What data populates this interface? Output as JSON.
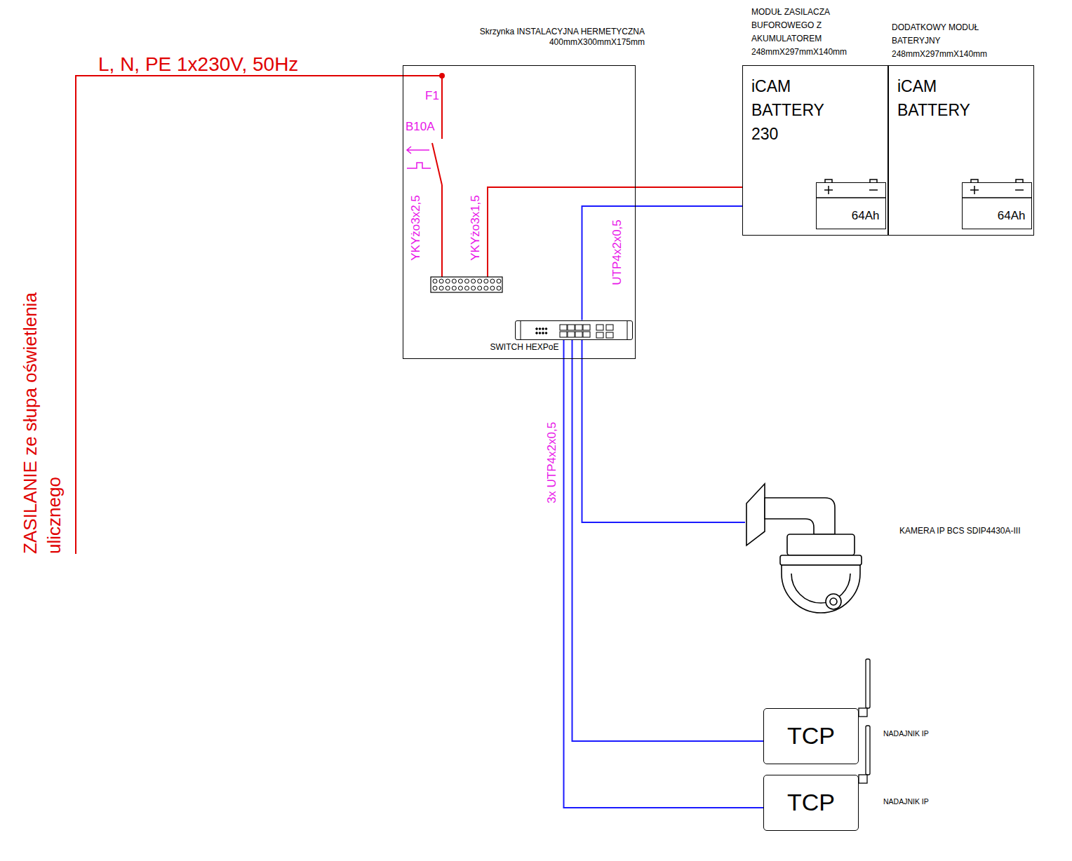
{
  "diagram": {
    "nodes": [
      {
        "text": [
          "Skrzynka INSTALACYJNA HERMETYCZNA 400mmX300mmX175mm"
        ]
      },
      {
        "text": [
          "SWITCH HEXPoE"
        ],
        "in": 0
      },
      {
        "text": [
          "MODUŁ ZASILACZA BUFOROWEGO Z AKUMULATOREM 248mmX297mmX140mm",
          "iCAM BATTERY 230"
        ]
      },
      {
        "text": [
          "64Ah"
        ],
        "in": 2
      },
      {
        "text": [
          "DODATKOWY MODUŁ BATERYJNY 248mmX297mmX140mm",
          "iCAM BATTERY"
        ]
      },
      {
        "text": [
          "64Ah"
        ],
        "in": 4
      },
      {
        "text": [
          "KAMERA IP BCS SDIP4430A-III"
        ]
      },
      {
        "text": [
          "TCP",
          "NADAJNIK IP"
        ]
      },
      {
        "text": [
          "TCP",
          "NADAJNIK IP"
        ]
      }
    ],
    "edges": [
      {
        "from": 0,
        "to": 2,
        "arrow": "none"
      },
      {
        "from": 1,
        "to": 2,
        "arrow": "none"
      },
      {
        "from": 1,
        "to": 6,
        "arrow": "none"
      },
      {
        "from": 1,
        "to": 7,
        "arrow": "none"
      },
      {
        "from": 1,
        "to": 8,
        "arrow": "none"
      }
    ],
    "labels": [
      "L, N, PE 1x230V, 50Hz",
      "ZASILANIE ze słupa oświetlenia ulicznego",
      "F1",
      "B10A",
      "YKYżo3x2,5",
      "YKYżo3x1,5",
      "UTP4x2x0,5",
      "3x UTP4x2x0,5"
    ]
  }
}
